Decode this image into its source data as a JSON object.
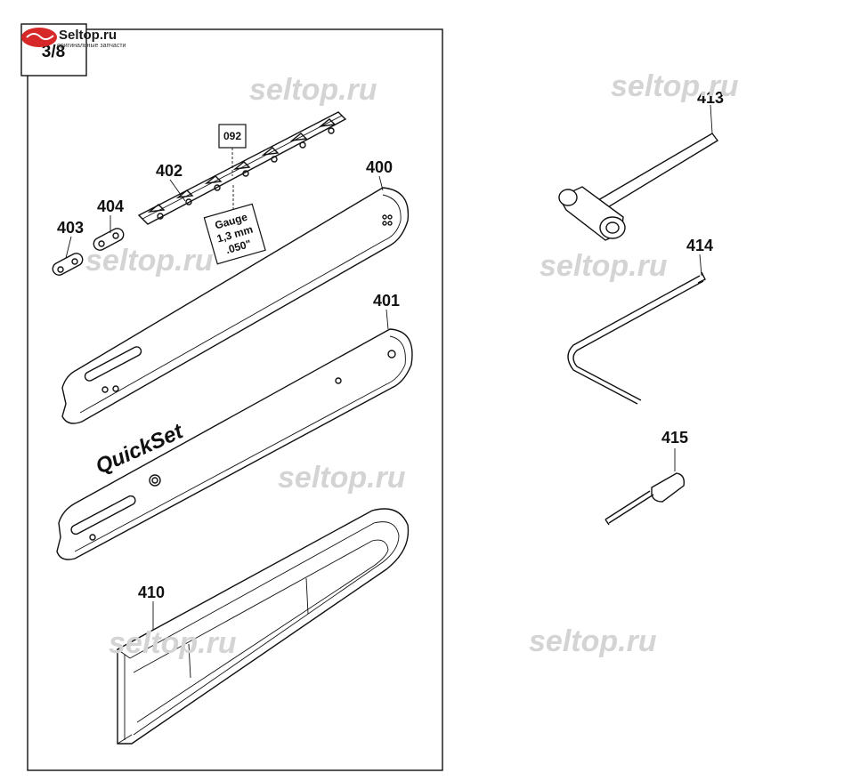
{
  "page_badge": "3/8",
  "logo": {
    "name": "Seltop.ru",
    "tagline": "оригинальные запчасти"
  },
  "watermark": "seltop.ru",
  "parts": {
    "chain": "402",
    "chain_code": "092",
    "bar_with_holes": "400",
    "quickset_bar": "401",
    "link_a": "403",
    "link_b": "404",
    "scabbard": "410",
    "combination_wrench": "413",
    "hex_key": "414",
    "screwdriver": "415"
  },
  "gauge_tag": [
    "Gauge",
    "1,3 mm",
    ".050\""
  ],
  "bar_brand": "QuickSet"
}
